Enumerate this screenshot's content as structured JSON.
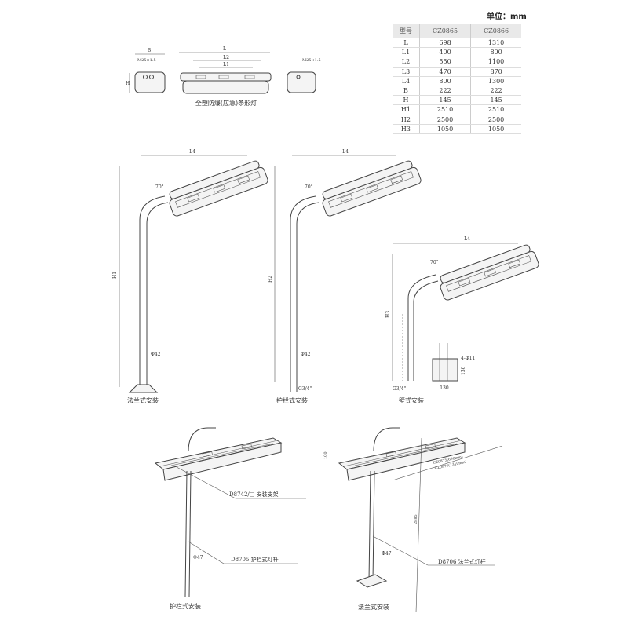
{
  "unit_label": "单位：mm",
  "spec_table": {
    "headers": [
      "型号",
      "CZ0865",
      "CZ0866"
    ],
    "rows": [
      [
        "L",
        "698",
        "1310"
      ],
      [
        "L1",
        "400",
        "800"
      ],
      [
        "L2",
        "550",
        "1100"
      ],
      [
        "L3",
        "470",
        "870"
      ],
      [
        "L4",
        "800",
        "1300"
      ],
      [
        "B",
        "222",
        "222"
      ],
      [
        "H",
        "145",
        "145"
      ],
      [
        "H1",
        "2510",
        "2510"
      ],
      [
        "H2",
        "2500",
        "2500"
      ],
      [
        "H3",
        "1050",
        "1050"
      ]
    ]
  },
  "lamp_views": {
    "b": "B",
    "h": "H",
    "l": "L",
    "l1": "L1",
    "l2": "L2",
    "thread_left": "M25×1.5",
    "thread_right": "M25×1.5",
    "caption": "全塑防爆(应急)条形灯"
  },
  "pole_views": {
    "flange": {
      "l4": "L4",
      "angle": "70°",
      "height": "H1",
      "diameter": "Φ42",
      "caption": "法兰式安装"
    },
    "railing": {
      "l4": "L4",
      "angle": "70°",
      "height": "H2",
      "diameter": "Φ42",
      "thread": "G3/4\"",
      "caption": "护栏式安装"
    },
    "wall": {
      "l4": "L4",
      "angle": "70°",
      "height": "H3",
      "thread": "G3/4\"",
      "holes": "4-Φ11",
      "dim_w": "130",
      "dim_h": "130",
      "caption": "壁式安装"
    }
  },
  "iso_railing": {
    "bracket_label": "D8742/□ 安装支架",
    "pole_label": "D8705 护栏式灯杆",
    "diameter": "Φ47",
    "caption": "护栏式安装"
  },
  "iso_flange": {
    "dim_width": "100",
    "len_a": "CZ0875(698mm)",
    "len_b": "CZ0876(1310mm)",
    "height": "2885",
    "diameter": "Φ47",
    "pole_label": "D8706 法兰式灯杆",
    "caption": "法兰式安装"
  }
}
